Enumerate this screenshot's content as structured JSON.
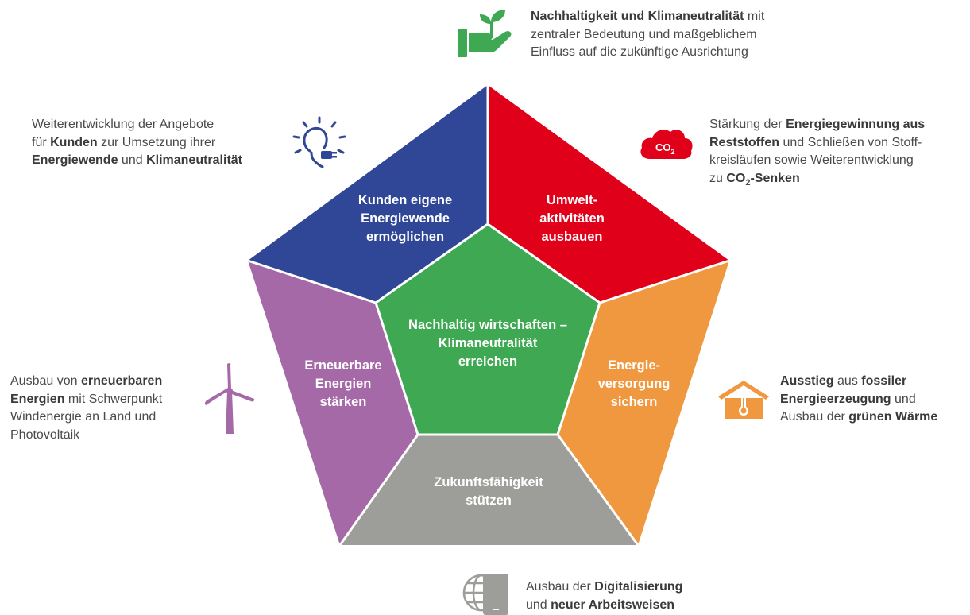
{
  "pentagon": {
    "center": [
      "Nachhaltig wirtschaften –",
      "Klimaneutralität",
      "erreichen"
    ],
    "segments": {
      "top_left": [
        "Kunden eigene",
        "Energiewende",
        "ermöglichen"
      ],
      "top_right": [
        "Umwelt-",
        "aktivitäten",
        "ausbauen"
      ],
      "right": [
        "Energie-",
        "versorgung",
        "sichern"
      ],
      "bottom": [
        "Zukunftsfähigkeit",
        "stützen"
      ],
      "left": [
        "Erneuerbare",
        "Energien",
        "stärken"
      ]
    }
  },
  "descriptions": {
    "top": [
      [
        {
          "t": "Nachhaltigkeit und Klimaneutralität",
          "b": true
        },
        {
          "t": " mit",
          "b": false
        }
      ],
      [
        {
          "t": "zentraler Bedeutung und maßgeblichem",
          "b": false
        }
      ],
      [
        {
          "t": "Einfluss auf die zukünftige Ausrichtung",
          "b": false
        }
      ]
    ],
    "top_left": [
      [
        {
          "t": "Weiterentwicklung der Angebote",
          "b": false
        }
      ],
      [
        {
          "t": "für ",
          "b": false
        },
        {
          "t": "Kunden",
          "b": true
        },
        {
          "t": " zur Umsetzung ihrer",
          "b": false
        }
      ],
      [
        {
          "t": "Energiewende",
          "b": true
        },
        {
          "t": " und ",
          "b": false
        },
        {
          "t": "Klimaneutralität",
          "b": true
        }
      ]
    ],
    "top_right": [
      [
        {
          "t": "Stärkung der ",
          "b": false
        },
        {
          "t": "Energiegewinnung aus",
          "b": true
        }
      ],
      [
        {
          "t": "Reststoffen",
          "b": true
        },
        {
          "t": " und Schließen von Stoff-",
          "b": false
        }
      ],
      [
        {
          "t": "kreisläufen sowie Weiterentwicklung",
          "b": false
        }
      ],
      [
        {
          "t": "zu ",
          "b": false
        },
        {
          "t": "CO",
          "b": true
        },
        {
          "t": "2",
          "b": true,
          "sub": true
        },
        {
          "t": "-Senken",
          "b": true
        }
      ]
    ],
    "left": [
      [
        {
          "t": "Ausbau von ",
          "b": false
        },
        {
          "t": "erneuerbaren",
          "b": true
        }
      ],
      [
        {
          "t": "Energien",
          "b": true
        },
        {
          "t": " mit Schwerpunkt",
          "b": false
        }
      ],
      [
        {
          "t": "Windenergie an Land und",
          "b": false
        }
      ],
      [
        {
          "t": "Photovoltaik",
          "b": false
        }
      ]
    ],
    "right": [
      [
        {
          "t": "Ausstieg",
          "b": true
        },
        {
          "t": " aus ",
          "b": false
        },
        {
          "t": "fossiler",
          "b": true
        }
      ],
      [
        {
          "t": "Energieerzeugung",
          "b": true
        },
        {
          "t": " und",
          "b": false
        }
      ],
      [
        {
          "t": "Ausbau der ",
          "b": false
        },
        {
          "t": "grünen Wärme",
          "b": true
        }
      ]
    ],
    "bottom": [
      [
        {
          "t": "Ausbau der ",
          "b": false
        },
        {
          "t": "Digitalisierung",
          "b": true
        }
      ],
      [
        {
          "t": "und ",
          "b": false
        },
        {
          "t": "neuer Arbeitsweisen",
          "b": true
        }
      ]
    ]
  },
  "icons": {
    "top": "hand-with-plant-icon",
    "top_left": "lightbulb-plug-icon",
    "top_right": "co2-cloud-icon",
    "left": "wind-turbine-icon",
    "right": "house-thermometer-icon",
    "bottom": "globe-tablet-icon"
  },
  "co2_label": {
    "main": "CO",
    "sub": "2"
  },
  "colors": {
    "blue": "#2f4796",
    "red": "#e1001a",
    "orange": "#f0983f",
    "gray": "#9d9d9a",
    "purple": "#a669a8",
    "green": "#3ea852",
    "icon_green": "#3ea852",
    "icon_navy": "#2f4796",
    "icon_red": "#e1001a",
    "icon_purple": "#a669a8",
    "icon_orange": "#f0983f",
    "icon_gray": "#9d9d9a"
  }
}
